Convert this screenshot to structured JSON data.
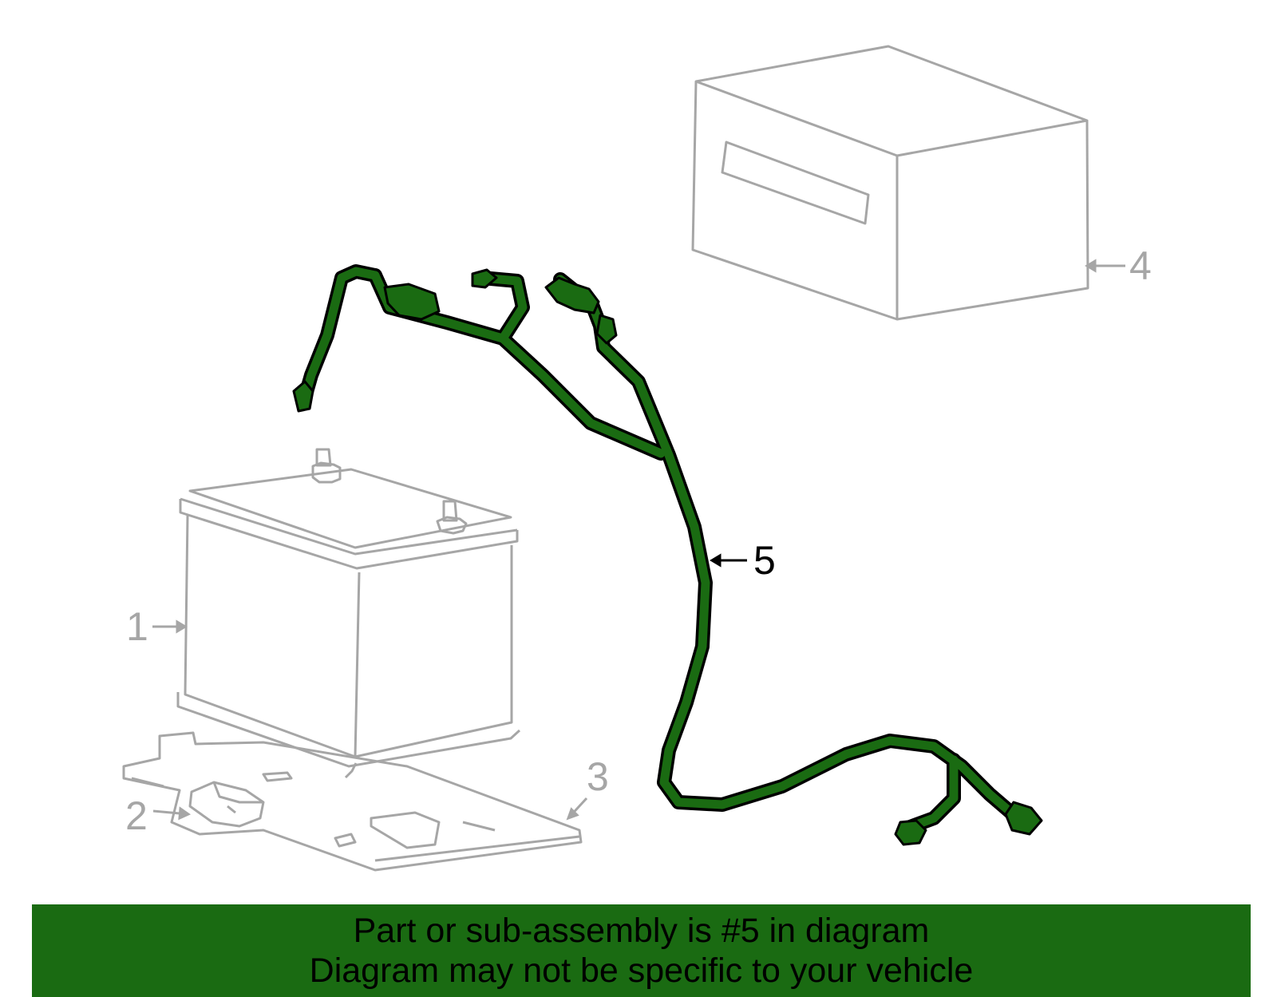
{
  "colors": {
    "highlight_fill": "#1a6b12",
    "part_stroke": "#a6a6a6",
    "highlight_stroke": "#000000",
    "footer_bg": "#1a6b12",
    "footer_text": "#000000"
  },
  "callouts": [
    {
      "id": "1",
      "label": "1",
      "highlighted": false
    },
    {
      "id": "2",
      "label": "2",
      "highlighted": false
    },
    {
      "id": "3",
      "label": "3",
      "highlighted": false
    },
    {
      "id": "4",
      "label": "4",
      "highlighted": false
    },
    {
      "id": "5",
      "label": "5",
      "highlighted": true
    }
  ],
  "footer": {
    "line1": "Part or sub-assembly is #5 in diagram",
    "line2": "Diagram may not be specific to your vehicle"
  }
}
